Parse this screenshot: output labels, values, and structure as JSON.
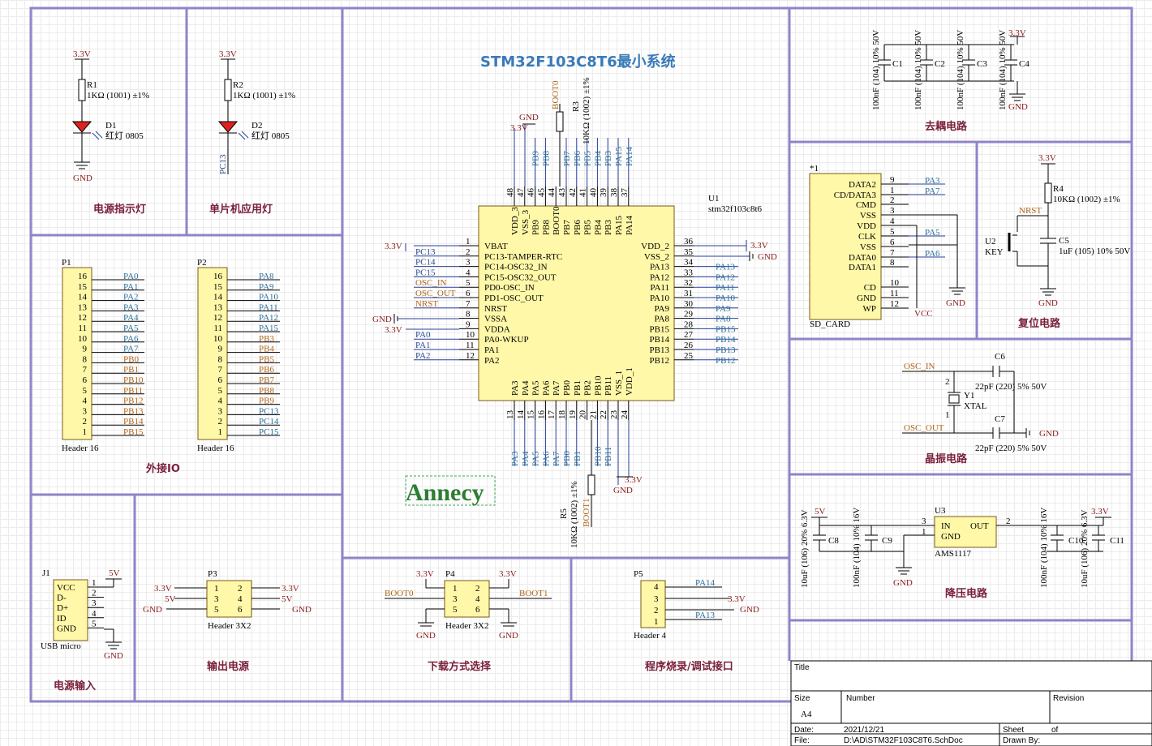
{
  "title": "STM32F103C8T6最小系统",
  "logo": "Annecy",
  "sections": {
    "power_led": "电源指示灯",
    "mcu_led": "单片机应用灯",
    "ext_io": "外接IO",
    "power_in": "电源输入",
    "out_power": "输出电源",
    "download": "下载方式选择",
    "program": "程序烧录/调试接口",
    "decouple": "去耦电路",
    "reset": "复位电路",
    "crystal": "晶振电路",
    "regulator": "降压电路"
  },
  "nets": {
    "v33": "3.3V",
    "v5": "5V",
    "gnd": "GND",
    "vcc": "VCC"
  },
  "r1": {
    "ref": "R1",
    "val": "1KΩ (1001) ±1%"
  },
  "r2": {
    "ref": "R2",
    "val": "1KΩ (1001) ±1%"
  },
  "d1": {
    "ref": "D1",
    "val": "红灯 0805"
  },
  "d2": {
    "ref": "D2",
    "val": "红灯 0805"
  },
  "pc13": "PC13",
  "u1": {
    "ref": "U1",
    "part": "stm32f103c8t6"
  },
  "r3": {
    "ref": "R3",
    "val": "10KΩ (1002) ±1%",
    "net": "BOOT0"
  },
  "r5": {
    "ref": "R5",
    "val": "10KΩ (1002) ±1%",
    "net": "BOOT1"
  },
  "left_pins": [
    {
      "n": "1",
      "name": "VBAT",
      "net": "3.3V",
      "c": "tr"
    },
    {
      "n": "2",
      "name": "PC13-TAMPER-RTC",
      "net": "PC13",
      "c": "tb"
    },
    {
      "n": "3",
      "name": "PC14-OSC32_IN",
      "net": "PC14",
      "c": "tb"
    },
    {
      "n": "4",
      "name": "PC15-OSC32_OUT",
      "net": "PC15",
      "c": "tb"
    },
    {
      "n": "5",
      "name": "PD0-OSC_IN",
      "net": "OSC_IN",
      "c": "to"
    },
    {
      "n": "6",
      "name": "PD1-OSC_OUT",
      "net": "OSC_OUT",
      "c": "to"
    },
    {
      "n": "7",
      "name": "NRST",
      "net": "NRST",
      "c": "to"
    },
    {
      "n": "8",
      "name": "VSSA",
      "net": "",
      "c": "tr"
    },
    {
      "n": "9",
      "name": "VDDA",
      "net": "",
      "c": "tr"
    },
    {
      "n": "10",
      "name": "PA0-WKUP",
      "net": "PA0",
      "c": "tb"
    },
    {
      "n": "11",
      "name": "PA1",
      "net": "PA1",
      "c": "tb"
    },
    {
      "n": "12",
      "name": "PA2",
      "net": "PA2",
      "c": "tb"
    }
  ],
  "right_pins": [
    {
      "n": "36",
      "name": "VDD_2",
      "net": ""
    },
    {
      "n": "35",
      "name": "VSS_2",
      "net": ""
    },
    {
      "n": "34",
      "name": "PA13",
      "net": "PA13"
    },
    {
      "n": "33",
      "name": "PA12",
      "net": "PA12"
    },
    {
      "n": "32",
      "name": "PA11",
      "net": "PA11"
    },
    {
      "n": "31",
      "name": "PA10",
      "net": "PA10"
    },
    {
      "n": "30",
      "name": "PA9",
      "net": "PA9"
    },
    {
      "n": "29",
      "name": "PA8",
      "net": "PA8"
    },
    {
      "n": "28",
      "name": "PB15",
      "net": "PB15"
    },
    {
      "n": "27",
      "name": "PB14",
      "net": "PB14"
    },
    {
      "n": "26",
      "name": "PB13",
      "net": "PB13"
    },
    {
      "n": "25",
      "name": "PB12",
      "net": "PB12"
    }
  ],
  "top_pins": [
    {
      "n": "48",
      "name": "VDD_3",
      "net": ""
    },
    {
      "n": "47",
      "name": "VSS_3",
      "net": ""
    },
    {
      "n": "46",
      "name": "PB9",
      "net": "PB9"
    },
    {
      "n": "45",
      "name": "PB8",
      "net": "PB8"
    },
    {
      "n": "44",
      "name": "BOOT0",
      "net": ""
    },
    {
      "n": "43",
      "name": "PB7",
      "net": "PB7"
    },
    {
      "n": "42",
      "name": "PB6",
      "net": "PB6"
    },
    {
      "n": "41",
      "name": "PB5",
      "net": "PB5"
    },
    {
      "n": "40",
      "name": "PB4",
      "net": "PB4"
    },
    {
      "n": "39",
      "name": "PB3",
      "net": "PB3"
    },
    {
      "n": "38",
      "name": "PA15",
      "net": "PA15"
    },
    {
      "n": "37",
      "name": "PA14",
      "net": "PA14"
    }
  ],
  "bottom_pins": [
    {
      "n": "13",
      "name": "PA3",
      "net": "PA3"
    },
    {
      "n": "14",
      "name": "PA4",
      "net": "PA4"
    },
    {
      "n": "15",
      "name": "PA5",
      "net": "PA5"
    },
    {
      "n": "16",
      "name": "PA6",
      "net": "PA6"
    },
    {
      "n": "17",
      "name": "PA7",
      "net": "PA7"
    },
    {
      "n": "18",
      "name": "PB0",
      "net": "PB0"
    },
    {
      "n": "19",
      "name": "PB1",
      "net": "PB1"
    },
    {
      "n": "20",
      "name": "PB2",
      "net": ""
    },
    {
      "n": "21",
      "name": "PB10",
      "net": "PB10"
    },
    {
      "n": "22",
      "name": "PB11",
      "net": "PB11"
    },
    {
      "n": "23",
      "name": "VSS_1",
      "net": ""
    },
    {
      "n": "24",
      "name": "VDD_1",
      "net": ""
    }
  ],
  "p1": {
    "ref": "P1",
    "part": "Header 16",
    "pins": [
      [
        "16",
        "PA0"
      ],
      [
        "15",
        "PA1"
      ],
      [
        "14",
        "PA2"
      ],
      [
        "13",
        "PA3"
      ],
      [
        "12",
        "PA4"
      ],
      [
        "11",
        "PA5"
      ],
      [
        "10",
        "PA6"
      ],
      [
        "9",
        "PA7"
      ],
      [
        "8",
        "PB0"
      ],
      [
        "7",
        "PB1"
      ],
      [
        "6",
        "PB10"
      ],
      [
        "5",
        "PB11"
      ],
      [
        "4",
        "PB12"
      ],
      [
        "3",
        "PB13"
      ],
      [
        "2",
        "PB14"
      ],
      [
        "1",
        "PB15"
      ]
    ]
  },
  "p2": {
    "ref": "P2",
    "part": "Header 16",
    "pins": [
      [
        "16",
        "PA8"
      ],
      [
        "15",
        "PA9"
      ],
      [
        "14",
        "PA10"
      ],
      [
        "13",
        "PA11"
      ],
      [
        "12",
        "PA12"
      ],
      [
        "11",
        "PA15"
      ],
      [
        "10",
        "PB3"
      ],
      [
        "9",
        "PB4"
      ],
      [
        "8",
        "PB5"
      ],
      [
        "7",
        "PB6"
      ],
      [
        "6",
        "PB7"
      ],
      [
        "5",
        "PB8"
      ],
      [
        "4",
        "PB9"
      ],
      [
        "3",
        "PC13"
      ],
      [
        "2",
        "PC14"
      ],
      [
        "1",
        "PC15"
      ]
    ]
  },
  "j1": {
    "ref": "J1",
    "part": "USB micro",
    "pins": [
      [
        "1",
        "VCC"
      ],
      [
        "2",
        "D-"
      ],
      [
        "3",
        "D+"
      ],
      [
        "4",
        "ID"
      ],
      [
        "5",
        "GND"
      ]
    ]
  },
  "p3": {
    "ref": "P3",
    "part": "Header 3X2"
  },
  "p4": {
    "ref": "P4",
    "part": "Header 3X2",
    "boot0": "BOOT0",
    "boot1": "BOOT1"
  },
  "p5": {
    "ref": "P5",
    "part": "Header 4",
    "pa14": "PA14",
    "pa13": "PA13"
  },
  "caps": [
    {
      "ref": "C1",
      "val": "100nF (104) 10% 50V"
    },
    {
      "ref": "C2",
      "val": "100nF (104) 10% 50V"
    },
    {
      "ref": "C3",
      "val": "100nF (104) 10% 50V"
    },
    {
      "ref": "C4",
      "val": "100nF (104) 10% 50V"
    }
  ],
  "sd": {
    "ref": "*1",
    "part": "SD_CARD",
    "pins": [
      [
        "9",
        "DATA2",
        "PA3"
      ],
      [
        "1",
        "CD/DATA3",
        "PA7"
      ],
      [
        "2",
        "CMD",
        ""
      ],
      [
        "3",
        "VSS",
        ""
      ],
      [
        "4",
        "VDD",
        ""
      ],
      [
        "5",
        "CLK",
        "PA5"
      ],
      [
        "6",
        "VSS",
        ""
      ],
      [
        "7",
        "DATA0",
        "PA6"
      ],
      [
        "8",
        "DATA1",
        ""
      ],
      [
        "10",
        "CD",
        ""
      ],
      [
        "11",
        "GND",
        ""
      ],
      [
        "12",
        "WP",
        ""
      ]
    ]
  },
  "r4": {
    "ref": "R4",
    "val": "10KΩ (1002) ±1%",
    "net": "NRST"
  },
  "u2": {
    "ref": "U2",
    "part": "KEY"
  },
  "c5": {
    "ref": "C5",
    "val": "1uF (105) 10% 50V"
  },
  "xtal": {
    "ref": "Y1",
    "part": "XTAL",
    "in": "OSC_IN",
    "out": "OSC_OUT"
  },
  "c6": {
    "ref": "C6",
    "val": "22pF (220) 5% 50V"
  },
  "c7": {
    "ref": "C7",
    "val": "22pF (220) 5% 50V"
  },
  "u3": {
    "ref": "U3",
    "part": "AMS1117",
    "in": "IN",
    "out": "OUT",
    "gnd": "GND"
  },
  "c8": {
    "ref": "C8",
    "val": "10uF (106) 20% 6.3V"
  },
  "c9": {
    "ref": "C9",
    "val": "100nF (104) 10% 16V"
  },
  "c10": {
    "ref": "C10",
    "val": "100nF (104) 10% 16V"
  },
  "c11": {
    "ref": "C11",
    "val": "10uF (106) 20% 6.3V"
  },
  "titleblock": {
    "title": "Title",
    "size": "Size",
    "size_val": "A4",
    "number": "Number",
    "revision": "Revision",
    "date_lbl": "Date:",
    "date": "2021/12/21",
    "file_lbl": "File:",
    "file": "D:\\AD\\STM32F103C8T6.SchDoc",
    "sheet": "Sheet",
    "of": "of",
    "drawn": "Drawn By:"
  }
}
